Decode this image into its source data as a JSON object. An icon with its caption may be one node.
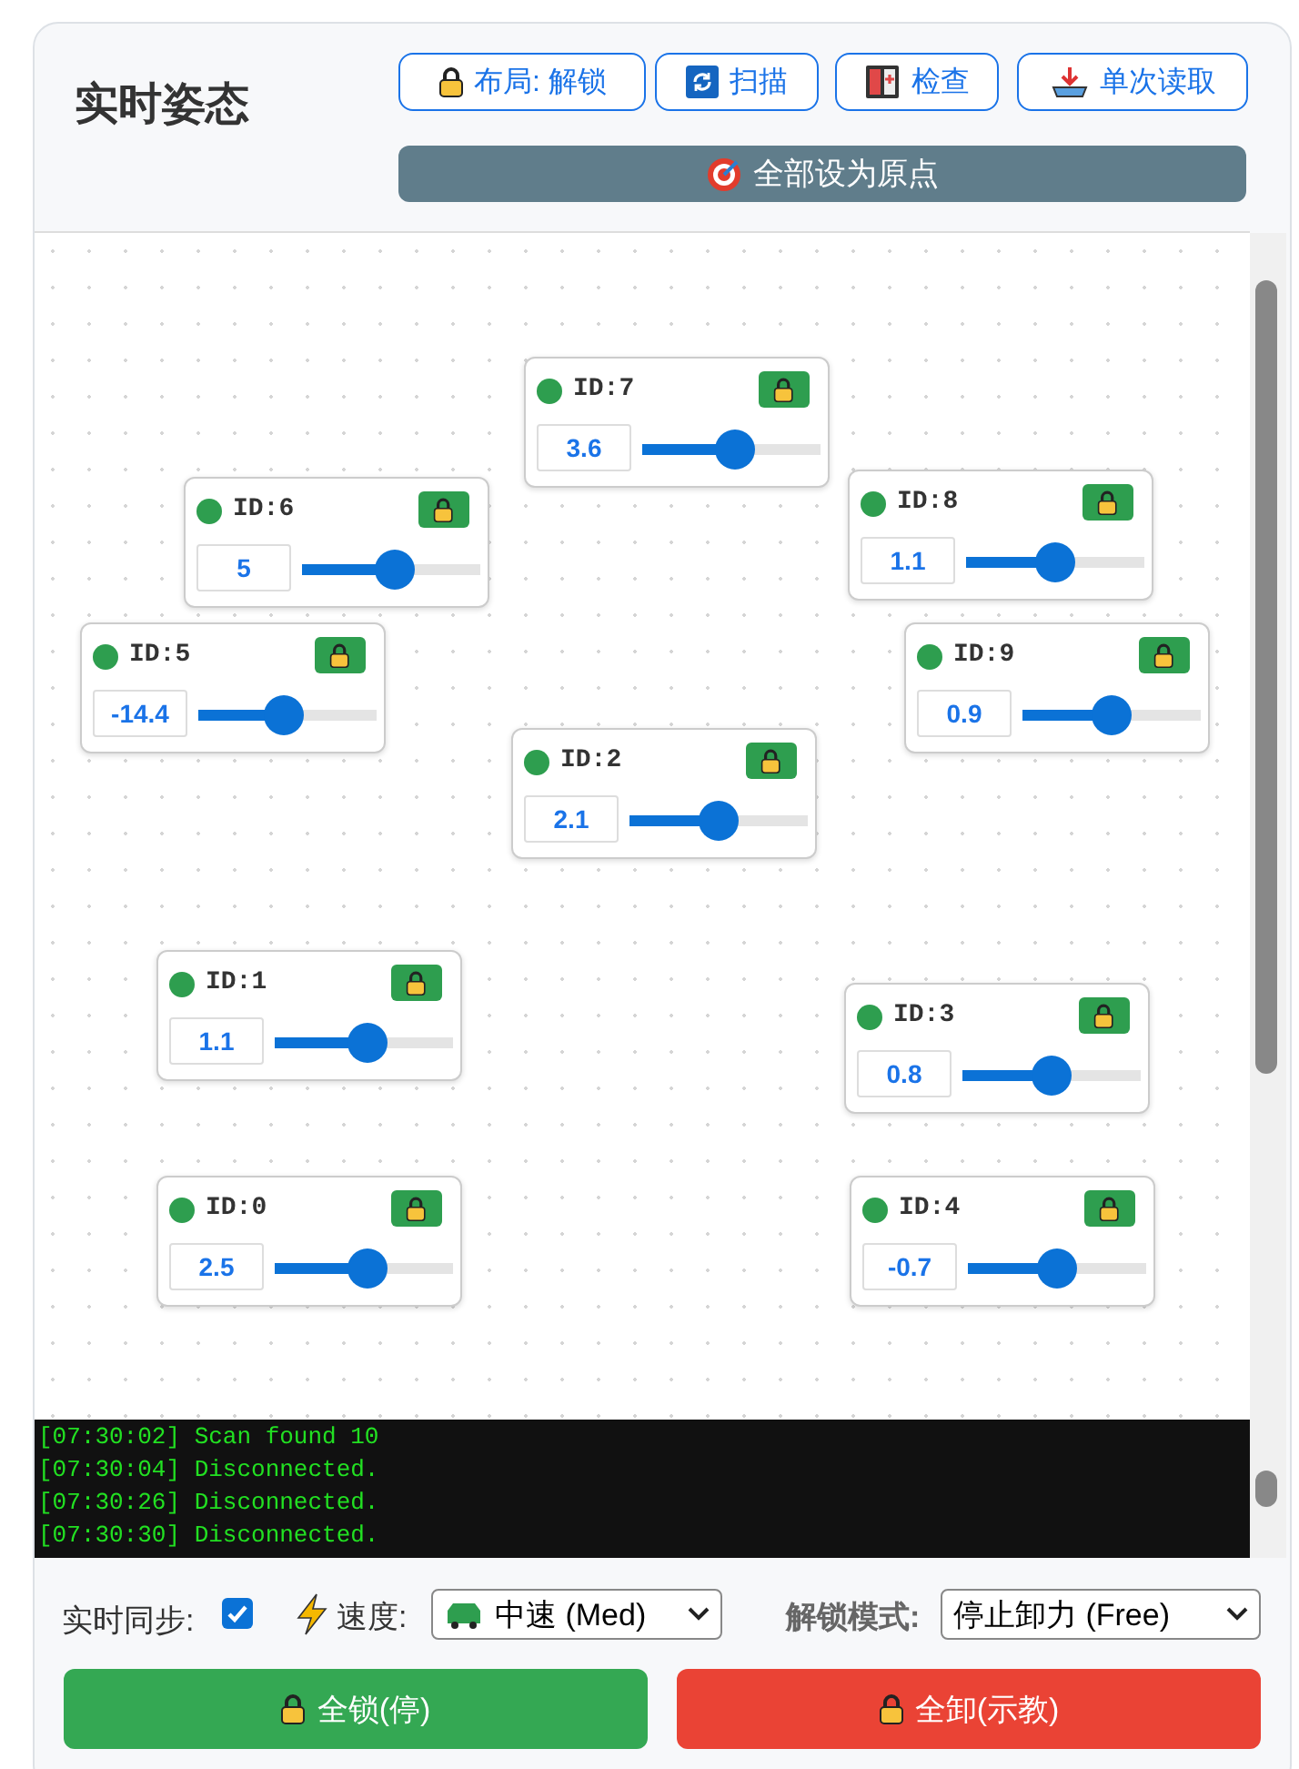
{
  "diagram": {
    "title": "实时姿态",
    "nodes": [
      {
        "text": [
          "ID:7",
          "3.6"
        ]
      },
      {
        "text": [
          "ID:6",
          "5"
        ]
      },
      {
        "text": [
          "ID:8",
          "1.1"
        ]
      },
      {
        "text": [
          "ID:5",
          "-14.4"
        ]
      },
      {
        "text": [
          "ID:9",
          "0.9"
        ]
      },
      {
        "text": [
          "ID:2",
          "2.1"
        ]
      },
      {
        "text": [
          "ID:1",
          "1.1"
        ]
      },
      {
        "text": [
          "ID:3",
          "0.8"
        ]
      },
      {
        "text": [
          "ID:0",
          "2.5"
        ]
      },
      {
        "text": [
          "ID:4",
          "-0.7"
        ]
      }
    ],
    "edges": [],
    "labels": [
      "布局: 解锁",
      "扫描",
      "检查",
      "单次读取",
      "全部设为原点",
      "[07:30:02] Scan found 10",
      "[07:30:04] Disconnected.",
      "[07:30:26] Disconnected.",
      "[07:30:30] Disconnected.",
      "实时同步:",
      "速度:",
      "中速 (Med)",
      "解锁模式:",
      "停止卸力 (Free)",
      "全锁(停)",
      "全卸(示教)"
    ]
  }
}
